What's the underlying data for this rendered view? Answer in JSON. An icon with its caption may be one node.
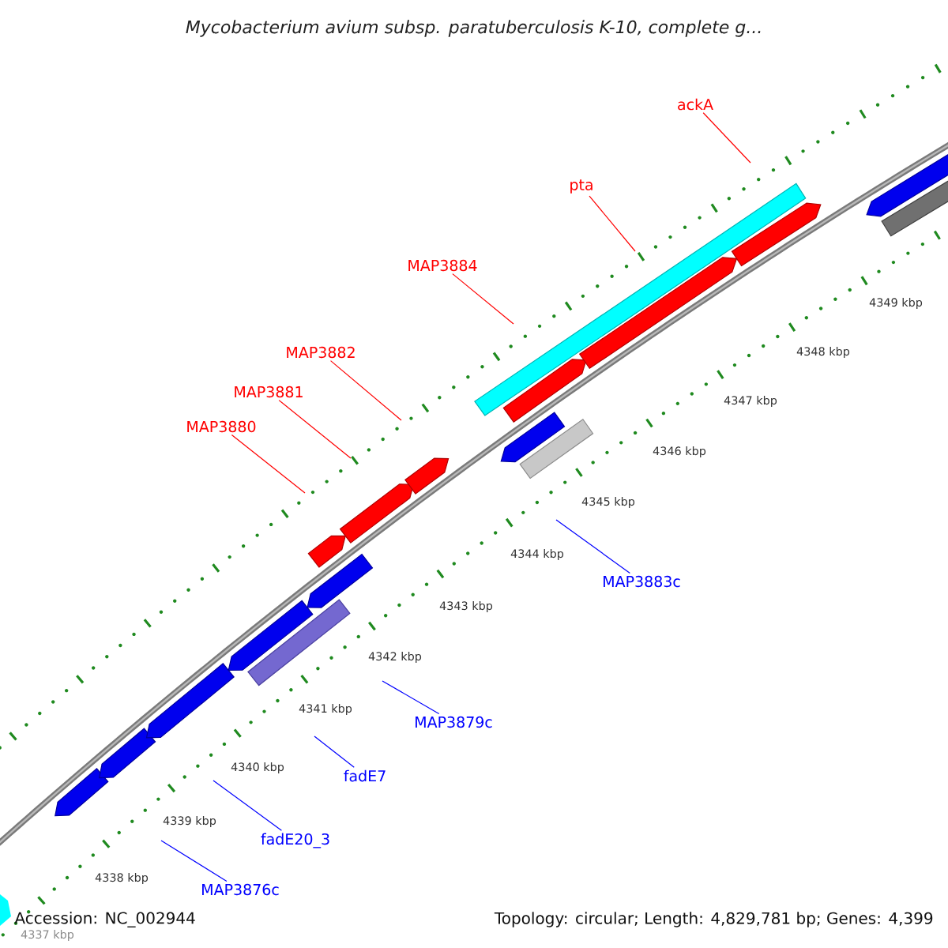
{
  "diagram": {
    "title": "Mycobacterium avium subsp. paratuberculosis K-10, complete g...",
    "nodes": [
      {
        "text": [
          "ackA"
        ]
      },
      {
        "text": [
          "pta"
        ]
      },
      {
        "text": [
          "MAP3884"
        ]
      },
      {
        "text": [
          "MAP3882"
        ]
      },
      {
        "text": [
          "MAP3881"
        ]
      },
      {
        "text": [
          "MAP3880"
        ]
      },
      {
        "text": [
          "MAP3883c"
        ]
      },
      {
        "text": [
          "MAP3879c"
        ]
      },
      {
        "text": [
          "fadE7"
        ]
      },
      {
        "text": [
          "fadE20_3"
        ]
      },
      {
        "text": [
          "MAP3876c"
        ]
      }
    ],
    "edges": [
      {
        "from": 0,
        "to": null,
        "arrow": "none"
      },
      {
        "from": 1,
        "to": null,
        "arrow": "none"
      },
      {
        "from": 2,
        "to": null,
        "arrow": "none"
      },
      {
        "from": 3,
        "to": null,
        "arrow": "none"
      },
      {
        "from": 4,
        "to": null,
        "arrow": "none"
      },
      {
        "from": 5,
        "to": null,
        "arrow": "none"
      },
      {
        "from": 6,
        "to": null,
        "arrow": "none",
        "color": "#0000ff"
      },
      {
        "from": 7,
        "to": null,
        "arrow": "none",
        "color": "#0000ff"
      },
      {
        "from": 8,
        "to": null,
        "arrow": "none",
        "color": "#0000ff"
      },
      {
        "from": 9,
        "to": null,
        "arrow": "none",
        "color": "#0000ff"
      },
      {
        "from": 10,
        "to": null,
        "arrow": "none",
        "color": "#0000ff"
      }
    ],
    "labels": [
      "4349 kbp",
      "4348 kbp",
      "4347 kbp",
      "4346 kbp",
      "4345 kbp",
      "4344 kbp",
      "4343 kbp",
      "4342 kbp",
      "4341 kbp",
      "4340 kbp",
      "4339 kbp",
      "4338 kbp",
      "Accession: NC_002944",
      "Topology: circular; Length: 4,829,781 bp; Genes: 4,399",
      "4337 kbp"
    ]
  }
}
